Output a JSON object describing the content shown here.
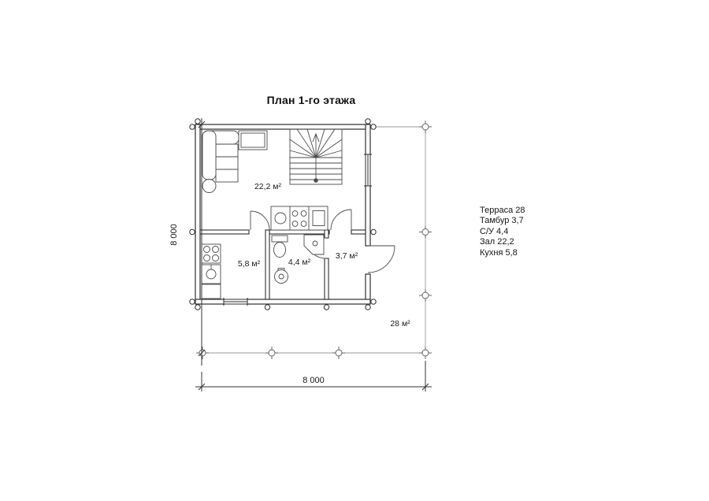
{
  "title": "План 1-го этажа",
  "legend": {
    "items": [
      "Терраса 28",
      "Тамбур 3,7",
      "С/У 4,4",
      "Зал 22,2",
      "Кухня 5,8"
    ]
  },
  "rooms": {
    "hall": "22,2 м²",
    "kitchen": "5,8 м²",
    "bathroom": "4,4 м²",
    "tambour": "3,7 м²",
    "terrace": "28 м²"
  },
  "dimensions": {
    "left": "8 000",
    "bottom": "8 000"
  },
  "colors": {
    "wall_line": "#2e2e2e",
    "furniture_line": "#4a4a4a",
    "terrace_line": "#999999"
  }
}
